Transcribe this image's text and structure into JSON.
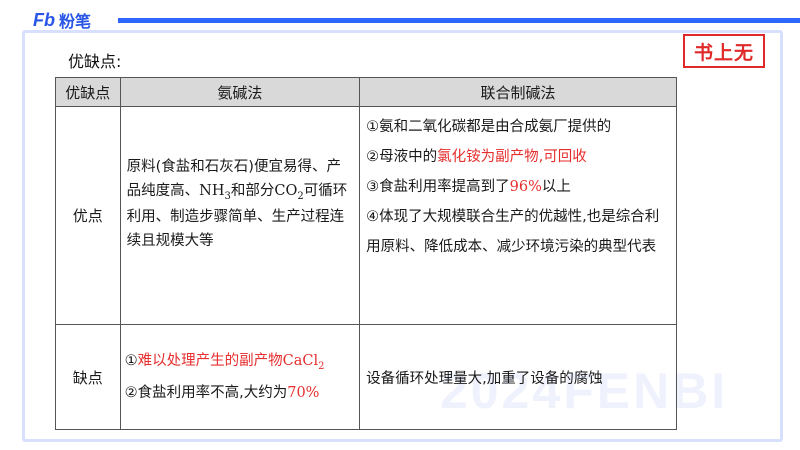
{
  "brand": {
    "logo_mark": "Fb",
    "name": "粉笔"
  },
  "badge": "书上无",
  "section_title": "优缺点:",
  "watermark": "2024FENBI",
  "table": {
    "headers": [
      "优缺点",
      "氨碱法",
      "联合制碱法"
    ],
    "pros": {
      "label": "优点",
      "ammonia": {
        "t1": "原料(食盐和石灰石)便宜易得、产品纯度高、",
        "nh": "NH",
        "nh_sub": "3",
        "t2": "和部分",
        "co": "CO",
        "co_sub": "2",
        "t3": "可循环利用、制造步骤简单、生产过程连续且规模大等"
      },
      "combined": {
        "l1": "①氨和二氧化碳都是由合成氨厂提供的",
        "l2_a": "②母液中的",
        "l2_red": "氯化铵为副产物,可回收",
        "l3_a": "③食盐利用率提高到了",
        "l3_red": "96%",
        "l3_b": "以上",
        "l4": "④体现了大规模联合生产的优越性,也是综合利用原料、降低成本、减少环境污染的典型代表"
      }
    },
    "cons": {
      "label": "缺点",
      "ammonia": {
        "l1_num": "①",
        "l1_red": "难以处理产生的副产物",
        "cacl": "CaCl",
        "cacl_sub": "2",
        "l2_a": "②食盐利用率不高,大约为",
        "l2_red": "70%"
      },
      "combined": "设备循环处理量大,加重了设备的腐蚀"
    }
  }
}
